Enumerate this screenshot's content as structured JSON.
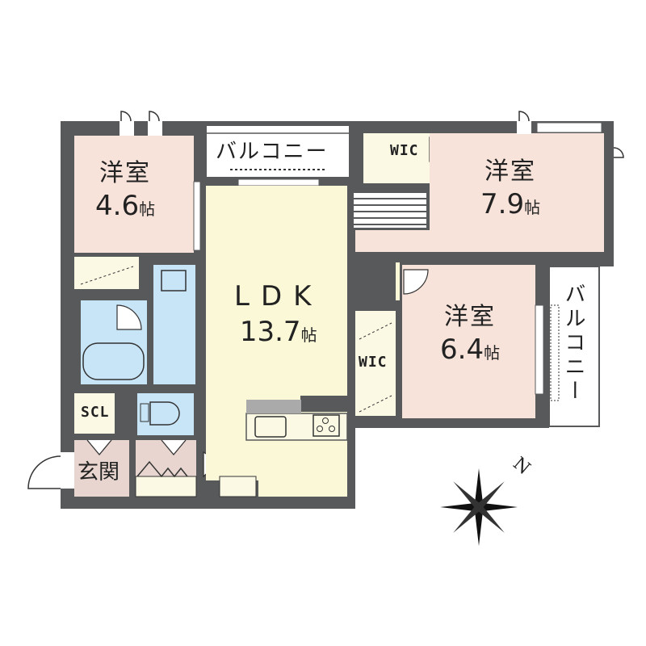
{
  "floorplan": {
    "colors": {
      "wall": "#58595b",
      "western_room": "#f7e3da",
      "ldk": "#fbf8d8",
      "wet_area": "#c8e4f7",
      "entrance": "#e8d5cf",
      "storage": "#fbf8e4",
      "balcony": "#ffffff"
    },
    "rooms": [
      {
        "id": "western-room-1",
        "name": "洋室",
        "area": "4.6",
        "unit": "帖"
      },
      {
        "id": "western-room-2",
        "name": "洋室",
        "area": "7.9",
        "unit": "帖"
      },
      {
        "id": "western-room-3",
        "name": "洋室",
        "area": "6.4",
        "unit": "帖"
      },
      {
        "id": "ldk",
        "name": "LDK",
        "area": "13.7",
        "unit": "帖"
      }
    ],
    "labels": {
      "balcony_top": "バルコニー",
      "balcony_right": "バルコニー",
      "wic_top": "WIC",
      "wic_middle": "WIC",
      "scl": "SCL",
      "entrance": "玄関"
    },
    "compass": {
      "north_label": "N"
    }
  }
}
